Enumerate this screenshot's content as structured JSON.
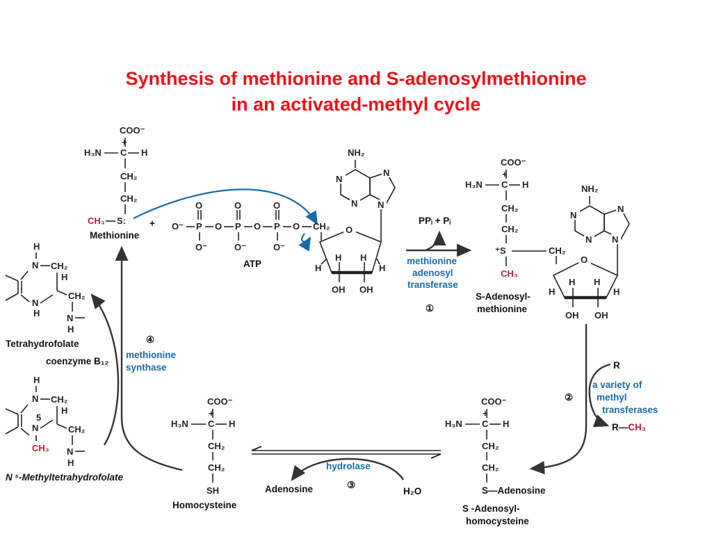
{
  "title": {
    "line1": "Synthesis of methionine and S-adenosylmethionine",
    "line2": "in an activated-methyl cycle"
  },
  "colors": {
    "title": "#e8141b",
    "enzyme": "#1a6aa8",
    "methyl": "#b22234",
    "text": "#222222"
  },
  "molecules": {
    "methionine": {
      "name": "Methionine",
      "coo": "COO⁻",
      "h3n": "H₃N",
      "h": "H",
      "ch2": "CH₂",
      "ch3": "CH₃",
      "s": "S:"
    },
    "atp": {
      "name": "ATP",
      "o": "O",
      "o_minus": "O⁻",
      "p": "P",
      "ch2": "CH₂",
      "nh2": "NH₂",
      "n": "N",
      "h": "H",
      "oh": "OH"
    },
    "sam": {
      "name_line1": "S-Adenosyl-",
      "name_line2": "methionine",
      "s_plus": "⁺S",
      "ch3": "CH₃"
    },
    "sah": {
      "name_line1": "S -Adenosyl-",
      "name_line2": "homocysteine",
      "s_adenosine": "S—Adenosine"
    },
    "homocysteine": {
      "name": "Homocysteine",
      "sh": "SH"
    },
    "thf": {
      "name": "Tetrahydrofolate"
    },
    "methyl_thf": {
      "name": "N ⁵-Methyltetrahydrofolate",
      "five": "5"
    },
    "coenzyme": "coenzyme B₁₂"
  },
  "plus": "+",
  "reactions": {
    "step1": {
      "number": "①",
      "enzyme_line1": "methionine",
      "enzyme_line2": "adenosyl",
      "enzyme_line3": "transferase",
      "byproduct": "PPᵢ  +  Pᵢ"
    },
    "step2": {
      "number": "②",
      "enzyme_line1": "a variety of",
      "enzyme_line2": "methyl",
      "enzyme_line3": "transferases",
      "substrate": "R",
      "product": "R—",
      "product_methyl": "CH₃"
    },
    "step3": {
      "number": "③",
      "enzyme": "hydrolase",
      "adenosine": "Adenosine",
      "water": "H₂O"
    },
    "step4": {
      "number": "④",
      "enzyme_line1": "methionine",
      "enzyme_line2": "synthase"
    }
  }
}
